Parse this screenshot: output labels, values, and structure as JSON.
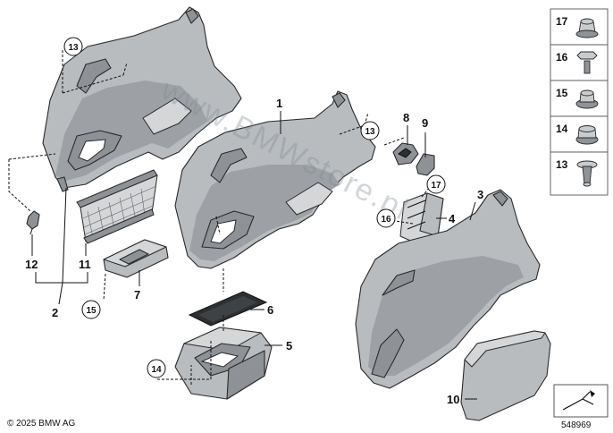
{
  "watermark": "www.BMWstore.pl",
  "footer": {
    "copyright": "© 2025 BMW AG",
    "diagram_number": "548969"
  },
  "callouts": [
    {
      "id": "c1",
      "label": "1"
    },
    {
      "id": "c2",
      "label": "2"
    },
    {
      "id": "c3",
      "label": "3"
    },
    {
      "id": "c4",
      "label": "4"
    },
    {
      "id": "c5",
      "label": "5"
    },
    {
      "id": "c6",
      "label": "6"
    },
    {
      "id": "c7",
      "label": "7"
    },
    {
      "id": "c8",
      "label": "8"
    },
    {
      "id": "c9",
      "label": "9"
    },
    {
      "id": "c10",
      "label": "10"
    },
    {
      "id": "c11",
      "label": "11"
    },
    {
      "id": "c12",
      "label": "12"
    }
  ],
  "circled_refs": [
    {
      "id": "r13a",
      "label": "13"
    },
    {
      "id": "r13b",
      "label": "13"
    },
    {
      "id": "r14",
      "label": "14"
    },
    {
      "id": "r15",
      "label": "15"
    },
    {
      "id": "r16",
      "label": "16"
    },
    {
      "id": "r17",
      "label": "17"
    }
  ],
  "fastener_palette": [
    {
      "label": "17",
      "icon": "collar-nut-icon"
    },
    {
      "label": "16",
      "icon": "hex-bolt-icon"
    },
    {
      "label": "15",
      "icon": "flange-nut-icon"
    },
    {
      "label": "14",
      "icon": "hex-nut-icon"
    },
    {
      "label": "13",
      "icon": "expanding-rivet-icon"
    }
  ],
  "colors": {
    "part_fill": "#b9bcbf",
    "outline": "#2a2a2a",
    "watermark": "#7d8a93"
  }
}
